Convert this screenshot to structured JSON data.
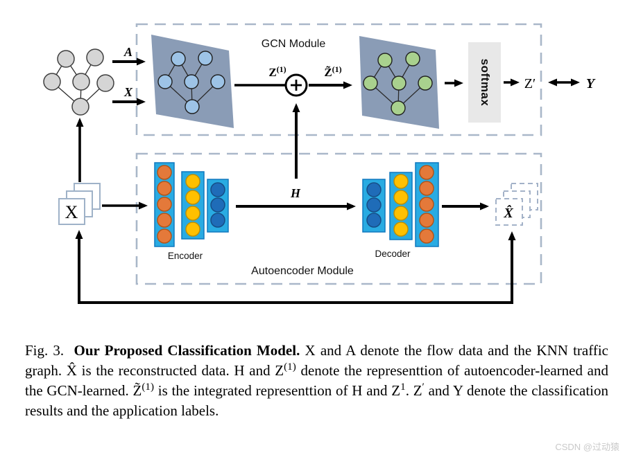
{
  "figure": {
    "gcn": {
      "module_label": "GCN Module",
      "a_label": "A",
      "x_label": "X",
      "z1": "Z",
      "z1_sup": "(1)",
      "ztilde": "Z̃",
      "ztilde_sup": "(1)",
      "softmax_label": "softmax",
      "z_prime": "Z′",
      "y_label": "Y",
      "graph_node_count": 6
    },
    "autoencoder": {
      "module_label": "Autoencoder Module",
      "encoder_label": "Encoder",
      "decoder_label": "Decoder",
      "h_label": "H",
      "x_input_label": "X",
      "x_hat_label": "X̂",
      "encoder_layers": [
        5,
        4,
        3
      ],
      "decoder_layers": [
        3,
        4,
        5
      ]
    },
    "colors": {
      "dashed_border": "#A9B7C9",
      "parallelogram": "#8A9CB6",
      "gray_node": "#D5D5D5",
      "blue_node": "#9DC3E6",
      "green_node": "#A9D18E",
      "layer_bar": "#29ABE2",
      "orange_neuron": "#E4793A",
      "yellow_neuron": "#FFC000",
      "dark_blue_neuron": "#1F6CB8",
      "softmax_bg": "#E8E8E8",
      "arrow": "#000000"
    }
  },
  "caption": {
    "fig_label": "Fig. 3.",
    "segments": [
      {
        "text": "Fig. 3.  "
      },
      {
        "text": "Our Proposed Classification Model."
      },
      {
        "text": " X and A denote the flow data and the KNN traffic graph. X̂ is the reconstructed data. H and Z"
      },
      {
        "text": "(1)"
      },
      {
        "text": " denote the representtion of autoencoder-learned and the GCN-learned. Z̃"
      },
      {
        "text": "(1)"
      },
      {
        "text": " is the integrated representtion of H and Z"
      },
      {
        "text": "1"
      },
      {
        "text": ". Z"
      },
      {
        "text": "′"
      },
      {
        "text": " and Y denote the classification results and the application labels."
      }
    ]
  },
  "watermark": "CSDN @过动猿"
}
